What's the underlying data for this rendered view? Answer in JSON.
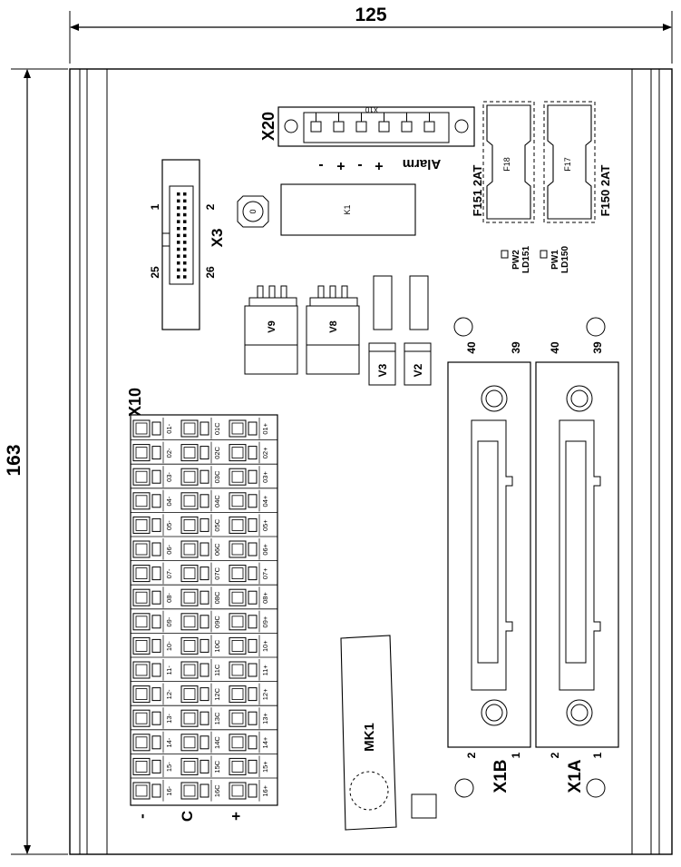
{
  "dimensions": {
    "width": "125",
    "height": "163"
  },
  "x20": {
    "name": "X20",
    "connector_label": "X10",
    "pins": [
      "-",
      "+",
      "-",
      "+"
    ],
    "alarm": "Alarm"
  },
  "x3": {
    "name": "X3",
    "pin1": "1",
    "pin2": "2",
    "pin25": "25",
    "pin26": "26"
  },
  "pot": {
    "label": "0"
  },
  "relay": {
    "label": "K1"
  },
  "fuses": [
    {
      "body": "F18",
      "label": "F151 2AT"
    },
    {
      "body": "F17",
      "label": "F150 2AT"
    }
  ],
  "leds": [
    {
      "pw": "PW2",
      "ld": "LD151"
    },
    {
      "pw": "PW1",
      "ld": "LD150"
    }
  ],
  "regulators": {
    "v9": "V9",
    "v8": "V8",
    "v3": "V3",
    "v2": "V2"
  },
  "x10": {
    "name": "X10",
    "bottom_labels": [
      "-",
      "C",
      "+"
    ],
    "rows": [
      [
        "01-",
        "01C",
        "01+"
      ],
      [
        "02-",
        "02C",
        "02+"
      ],
      [
        "03-",
        "03C",
        "03+"
      ],
      [
        "04-",
        "04C",
        "04+"
      ],
      [
        "05-",
        "05C",
        "05+"
      ],
      [
        "06-",
        "06C",
        "06+"
      ],
      [
        "07-",
        "07C",
        "07+"
      ],
      [
        "08-",
        "08C",
        "08+"
      ],
      [
        "09-",
        "09C",
        "09+"
      ],
      [
        "10-",
        "10C",
        "10+"
      ],
      [
        "11-",
        "11C",
        "11+"
      ],
      [
        "12-",
        "12C",
        "12+"
      ],
      [
        "13-",
        "13C",
        "13+"
      ],
      [
        "14-",
        "14C",
        "14+"
      ],
      [
        "15-",
        "15C",
        "15+"
      ],
      [
        "16-",
        "16C",
        "16+"
      ]
    ]
  },
  "x1b": {
    "name": "X1B",
    "top_left": "40",
    "top_right": "39",
    "bottom_left": "2",
    "bottom_right": "1"
  },
  "x1a": {
    "name": "X1A",
    "top_left": "40",
    "top_right": "39",
    "bottom_left": "2",
    "bottom_right": "1"
  },
  "mk1": {
    "label": "MK1"
  }
}
